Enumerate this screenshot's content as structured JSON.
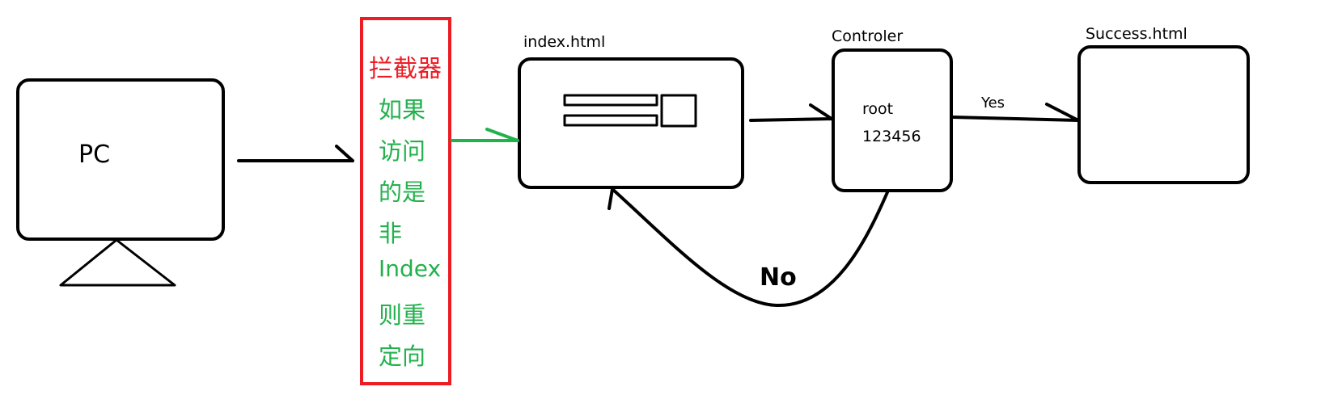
{
  "pc": {
    "label": "PC"
  },
  "interceptor": {
    "title": "拦截器",
    "lines": [
      "如果",
      "访问",
      "的是",
      "非",
      "Index",
      "则重",
      "定向"
    ]
  },
  "index_page": {
    "label": "index.html"
  },
  "controller": {
    "label": "Controler",
    "user": "root",
    "password": "123456"
  },
  "success_page": {
    "label": "Success.html"
  },
  "edges": {
    "yes": "Yes",
    "no": "No"
  },
  "colors": {
    "interceptor_border": "#ed1c24",
    "interceptor_text": "#22b14c",
    "stroke": "#000000"
  }
}
